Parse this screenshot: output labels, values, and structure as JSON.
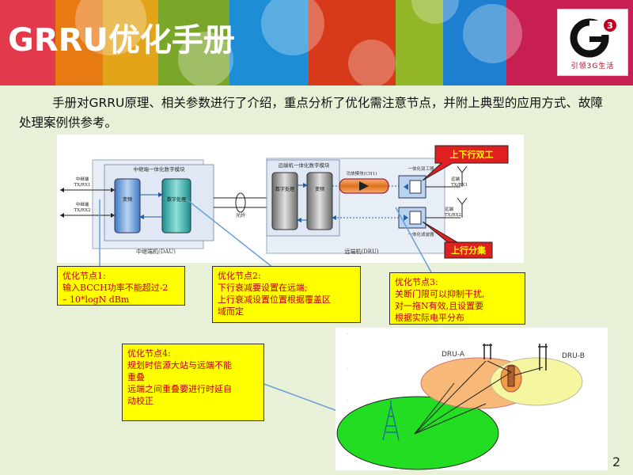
{
  "title": "GRRU优化手册",
  "logo": {
    "tagline": "引领3G生活",
    "mark_icon": "g3-logo-icon"
  },
  "intro": "手册对GRRU原理、相关参数进行了介绍，重点分析了优化需注意节点，并附上典型的应用方式、故障处理案例供参考。",
  "diagram": {
    "dau_module_title": "中继端一体化数字模块",
    "dau_label": "中继端机(DAU)",
    "dru_module_title": "远端机一体化数字模块",
    "dru_label": "远端机(DRU)",
    "txrx1_left": "中继端\nTX/RX1",
    "txrx2_left": "中继端\nTX/RX2",
    "freq_conv": "变频",
    "digital_proc": "数字处理",
    "fiber": "光纤",
    "pa_module": "功放模块(CH1)",
    "duplexer": "一体化双工器",
    "filter": "一体化滤波器",
    "txrx1_right": "远端\nTX/RX1",
    "txrx2_right": "远端\nTX/RX2",
    "callout_updown": "上下行双工",
    "callout_uplink_merge": "上行分集"
  },
  "notes": [
    {
      "lines": [
        "优化节点1:",
        "输入BCCH功率不能超过-2",
        "– 10*logN  dBm"
      ]
    },
    {
      "lines": [
        "优化节点2:",
        "下行衰减要设置在远端;",
        "上行衰减设置位置根据覆盖区",
        "域而定"
      ]
    },
    {
      "lines": [
        "优化节点3:",
        "关断门限可以抑制干扰,",
        "对一拖N有效,且设置要",
        "根据实际电平分布"
      ]
    },
    {
      "lines": [
        "优化节点4:",
        "规划时信源大站与远端不能",
        "重叠",
        "远端之间重叠要进行时延自",
        "动校正"
      ]
    }
  ],
  "map": {
    "dru_a": "DRU-A",
    "dru_b": "DRU-B"
  },
  "page_number": "2",
  "colors": {
    "header_bg": "#d41f52",
    "note_bg": "#ffff00",
    "note_text": "#c00000",
    "callout_bg": "#e02020",
    "callout_text": "#ffff00"
  }
}
